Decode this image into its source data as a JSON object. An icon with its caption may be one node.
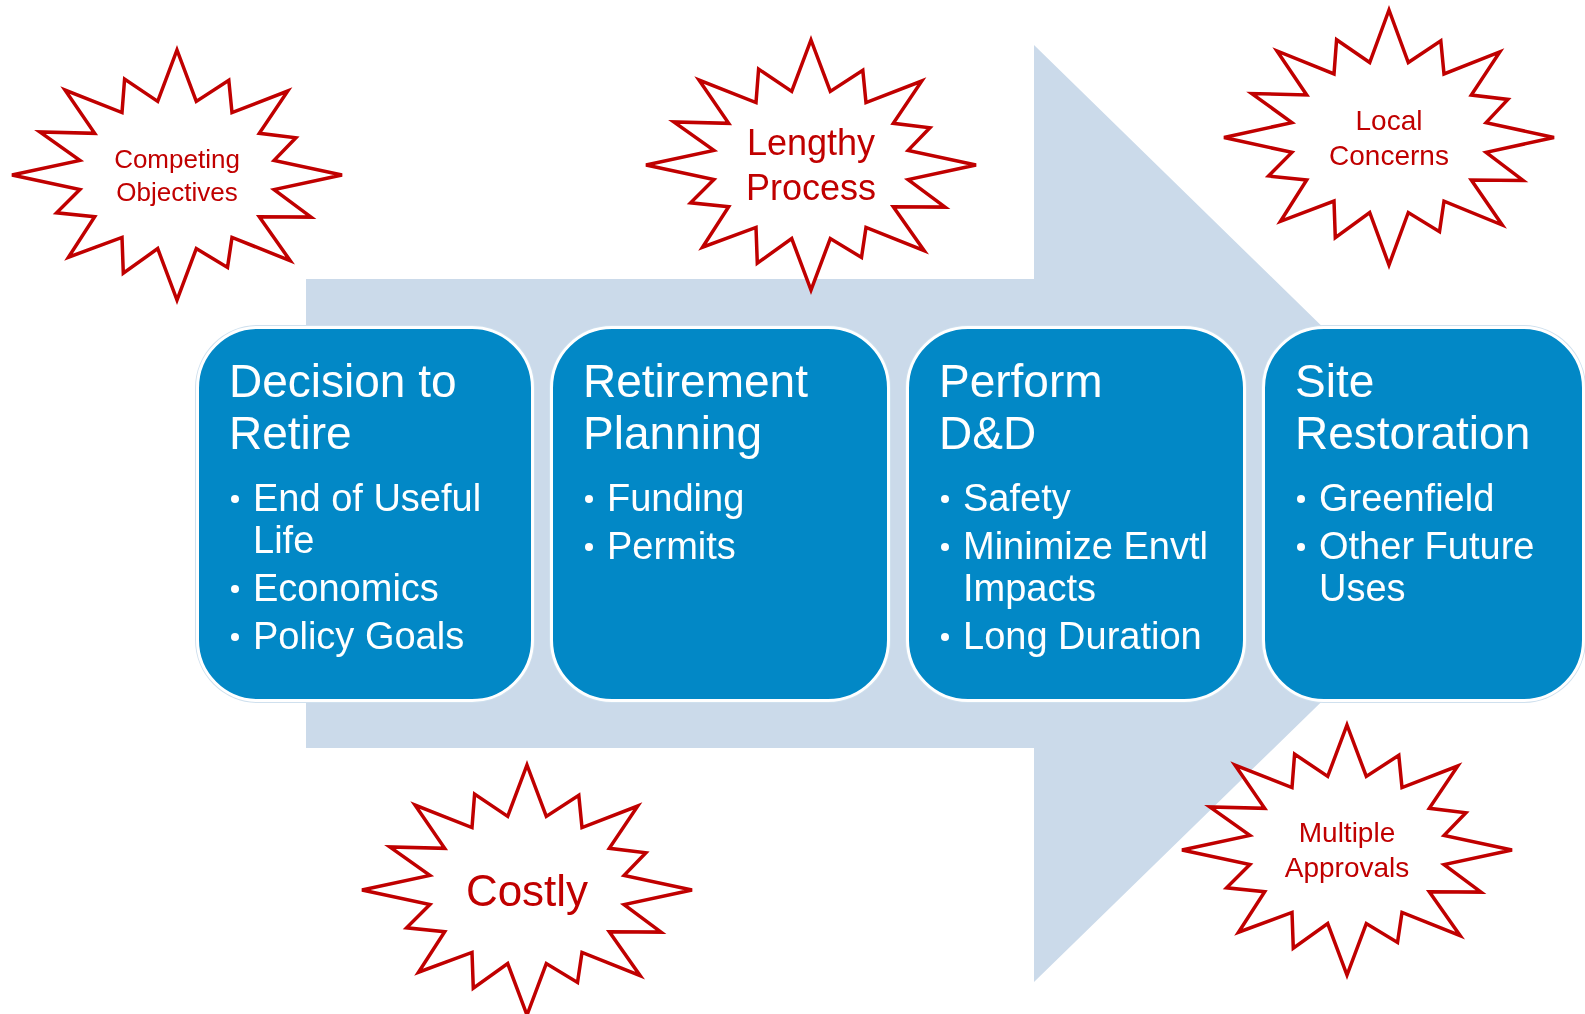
{
  "diagram": {
    "nodes": [
      {
        "text": [
          "Decision to Retire",
          "End of Useful Life",
          "Economics",
          "Policy Goals"
        ]
      },
      {
        "text": [
          "Retirement Planning",
          "Funding",
          "Permits"
        ]
      },
      {
        "text": [
          "Perform D&D",
          "Safety",
          "Minimize Envtl Impacts",
          "Long Duration"
        ]
      },
      {
        "text": [
          "Site Restoration",
          "Greenfield",
          "Other Future Uses"
        ]
      },
      {
        "text": [
          "Competing Objectives"
        ]
      },
      {
        "text": [
          "Lengthy Process"
        ]
      },
      {
        "text": [
          "Local Concerns"
        ]
      },
      {
        "text": [
          "Costly"
        ]
      },
      {
        "text": [
          "Multiple Approvals"
        ]
      }
    ],
    "edges": [
      {
        "from": 0,
        "to": 3,
        "arrow": "to",
        "style": "thick",
        "color": "#cbdaea"
      }
    ]
  }
}
